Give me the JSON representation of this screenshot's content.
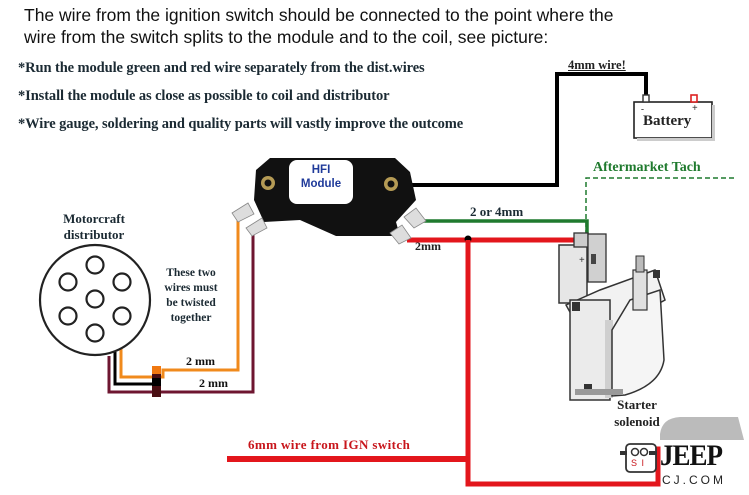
{
  "intro": {
    "line1": "The wire from the ignition switch should be connected to the point where the",
    "line2": "wire from the switch splits to the module and to the coil, see picture:"
  },
  "notes": [
    "*Run the module green and red wire separately from the dist.wires",
    "*Install the module as close as possible to coil and distributor",
    "*Wire gauge, soldering and quality parts will vastly improve the outcome"
  ],
  "labels": {
    "battery_wire": "4mm wire!",
    "battery": "Battery",
    "battery_neg": "-",
    "battery_pos": "+",
    "tach": "Aftermarket Tach",
    "module_line1": "HFI",
    "module_line2": "Module",
    "green_wire": "2 or 4mm",
    "red_wire": "2mm",
    "distributor_line1": "Motorcraft",
    "distributor_line2": "distributor",
    "twist_note": [
      "These two",
      "wires must",
      "be twisted",
      "together"
    ],
    "orange_wire": "2 mm",
    "maroon_wire": "2 mm",
    "ign_wire": "6mm wire from IGN switch",
    "solenoid_line1": "Starter",
    "solenoid_line2": "solenoid",
    "solenoid_terms": "S I",
    "coil_plus": "+",
    "watermark_main": "JEEP",
    "watermark_sub": "CJ.COM"
  },
  "colors": {
    "red_wire": "#e3161c",
    "green_wire": "#1f7a2e",
    "orange_wire": "#f08a1c",
    "maroon_wire": "#6e1630",
    "black_wire": "#000000",
    "tach_text": "#1f7a2e",
    "ign_text": "#c8161c"
  }
}
